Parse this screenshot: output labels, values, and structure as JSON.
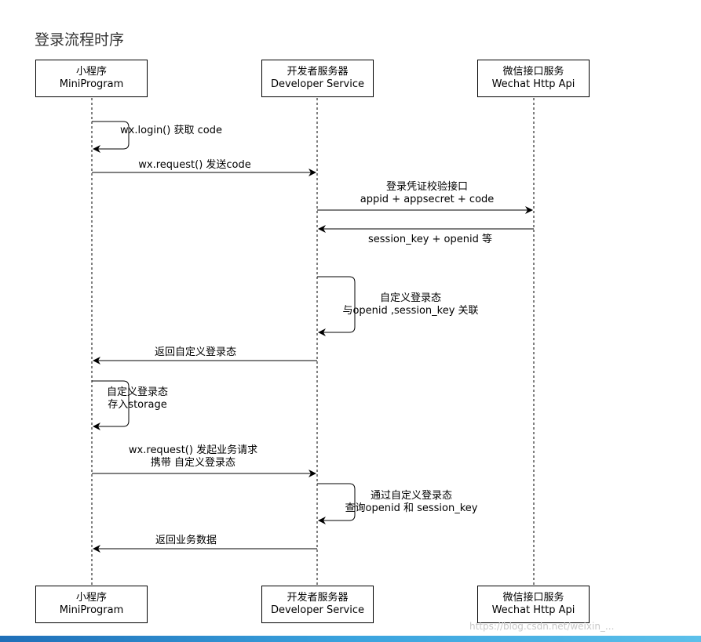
{
  "title": "登录流程时序",
  "participants": [
    {
      "id": "mini",
      "name": "小程序",
      "sub": "MiniProgram"
    },
    {
      "id": "dev",
      "name": "开发者服务器",
      "sub": "Developer Service"
    },
    {
      "id": "wx",
      "name": "微信接口服务",
      "sub": "Wechat Http Api"
    }
  ],
  "messages": [
    {
      "from": "mini",
      "to": "mini",
      "lines": [
        "wx.login() 获取 code"
      ]
    },
    {
      "from": "mini",
      "to": "dev",
      "lines": [
        "wx.request() 发送code"
      ]
    },
    {
      "from": "dev",
      "to": "wx",
      "lines": [
        "登录凭证校验接口",
        "appid + appsecret + code"
      ]
    },
    {
      "from": "wx",
      "to": "dev",
      "lines": [
        "session_key + openid 等"
      ]
    },
    {
      "from": "dev",
      "to": "dev",
      "lines": [
        "自定义登录态",
        "与openid ,session_key 关联"
      ]
    },
    {
      "from": "dev",
      "to": "mini",
      "lines": [
        "返回自定义登录态"
      ]
    },
    {
      "from": "mini",
      "to": "mini",
      "lines": [
        "自定义登录态",
        "存入storage"
      ]
    },
    {
      "from": "mini",
      "to": "dev",
      "lines": [
        "wx.request() 发起业务请求",
        "携带 自定义登录态"
      ]
    },
    {
      "from": "dev",
      "to": "dev",
      "lines": [
        "通过自定义登录态",
        "查询openid 和 session_key"
      ]
    },
    {
      "from": "dev",
      "to": "mini",
      "lines": [
        "返回业务数据"
      ]
    }
  ],
  "watermark": "https://blog.csdn.net/weixin_..."
}
